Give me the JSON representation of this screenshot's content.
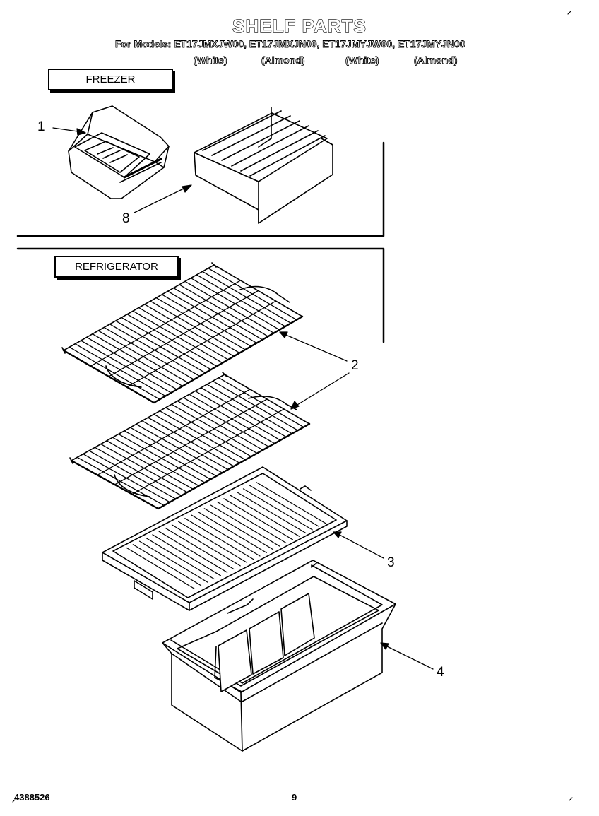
{
  "header": {
    "title": "SHELF PARTS",
    "models_line": "For Models: ET17JMXJW00, ET17JMXJN00, ET17JMYJW00, ET17JMYJN00",
    "variants": [
      "(White)",
      "(Almond)",
      "(White)",
      "(Almond)"
    ]
  },
  "sections": {
    "freezer": "FREEZER",
    "refrigerator": "REFRIGERATOR"
  },
  "callouts": {
    "c1": "1",
    "c8": "8",
    "c2": "2",
    "c3": "3",
    "c4": "4"
  },
  "footer": {
    "doc_number": "4388526",
    "page_number": "9"
  }
}
